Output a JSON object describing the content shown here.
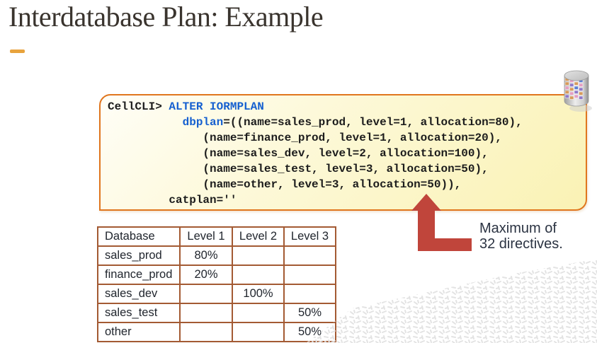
{
  "slide": {
    "title": "Interdatabase Plan: Example"
  },
  "code_box": {
    "lines": [
      {
        "segments": [
          {
            "text": "CellCLI> ",
            "type": "plain"
          },
          {
            "text": "ALTER IORMPLAN",
            "type": "keyword"
          }
        ]
      },
      {
        "segments": [
          {
            "text": "           ",
            "type": "plain"
          },
          {
            "text": "dbplan",
            "type": "keyword"
          },
          {
            "text": "=((name=sales_prod, level=1, allocation=80),",
            "type": "plain"
          }
        ]
      },
      {
        "segments": [
          {
            "text": "              (name=finance_prod, level=1, allocation=20),",
            "type": "plain"
          }
        ]
      },
      {
        "segments": [
          {
            "text": "              (name=sales_dev, level=2, allocation=100),",
            "type": "plain"
          }
        ]
      },
      {
        "segments": [
          {
            "text": "              (name=sales_test, level=3, allocation=50),",
            "type": "plain"
          }
        ]
      },
      {
        "segments": [
          {
            "text": "              (name=other, level=3, allocation=50)),",
            "type": "plain"
          }
        ]
      },
      {
        "segments": [
          {
            "text": "         catplan=''",
            "type": "plain"
          }
        ]
      }
    ]
  },
  "callout": {
    "lines": [
      "Maximum of",
      "32 directives."
    ]
  },
  "table": {
    "headers": [
      "Database",
      "Level 1",
      "Level 2",
      "Level 3"
    ],
    "rows": [
      [
        "sales_prod",
        "80%",
        "",
        ""
      ],
      [
        "finance_prod",
        "20%",
        "",
        ""
      ],
      [
        "sales_dev",
        "",
        "100%",
        ""
      ],
      [
        "sales_test",
        "",
        "",
        "50%"
      ],
      [
        "other",
        "",
        "",
        "50%"
      ]
    ]
  },
  "icons": {
    "database_cylinder": "database-cylinder-icon",
    "arrow": "arrow-up-icon",
    "texture": "dotted-texture-decoration"
  },
  "colors": {
    "title_text": "#3A342E",
    "accent_dash": "#E8A33D",
    "code_box_border": "#E0761E",
    "code_text": "#1C1C1C",
    "code_keyword": "#1660D0",
    "arrow_red": "#C0453B",
    "callout_text": "#2B3342",
    "table_border": "#A35A33",
    "table_text": "#21262E",
    "texture_grey": "#E3E3E3"
  }
}
